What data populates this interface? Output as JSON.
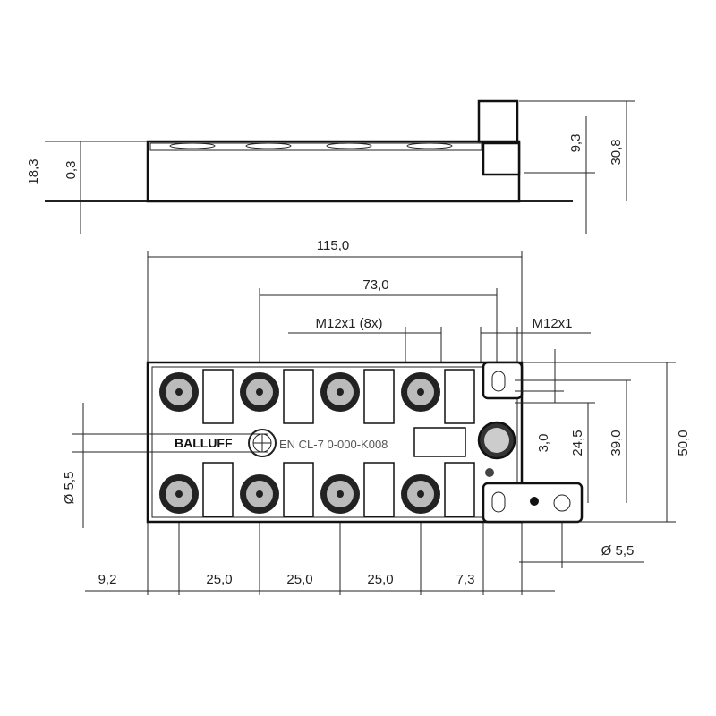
{
  "side_view": {
    "dim_height": "18,3",
    "dim_base": "0,3",
    "dim_connector": "9,3",
    "dim_total": "30,8"
  },
  "top_view": {
    "dim_length": "115,0",
    "dim_pitch_total": "73,0",
    "thread_label_8x": "M12x1  (8x)",
    "thread_label_single": "M12x1",
    "hole_diameter_left": "Ø 5,5",
    "hole_diameter_right": "Ø 5,5",
    "dim_3": "3,0",
    "dim_24": "24,5",
    "dim_39": "39,0",
    "dim_50": "50,0",
    "dim_9": "9,2",
    "dim_pitch": [
      "25,0",
      "25,0",
      "25,0"
    ],
    "dim_7": "7,3",
    "brand": "BALLUFF",
    "model_text": "EN  CL-7 0-000-K008"
  }
}
